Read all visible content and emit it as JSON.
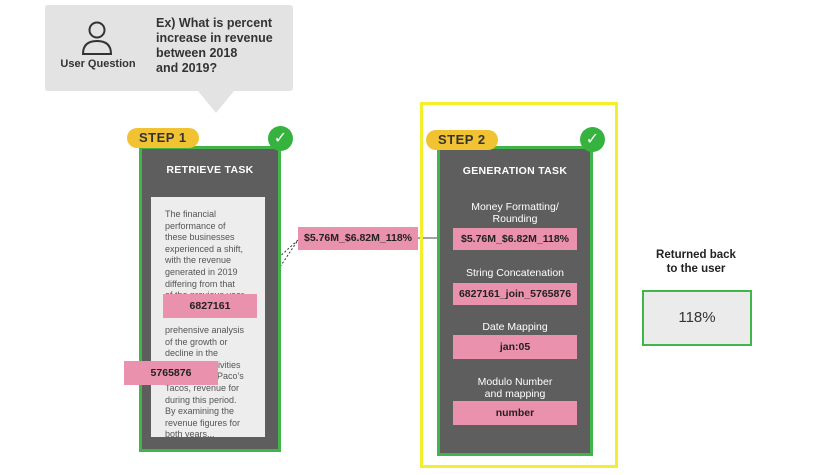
{
  "question": {
    "caption": "User Question",
    "lines": [
      "Ex) What is percent",
      "increase in revenue",
      "between 2018",
      "and 2019?"
    ]
  },
  "step1": {
    "badge": "STEP 1",
    "title": "RETRIEVE TASK",
    "doc_lines": [
      "The financial",
      "performance of",
      "these businesses",
      "experienced a shift,",
      "with the revenue",
      "generated in 2019",
      "differing from that",
      "of the previous year.",
      "",
      "",
      "prehensive analysis",
      "of the growth or",
      "decline in the",
      "economic activities",
      "Bar & Grill & Paco's",
      "Tacos, revenue for",
      "during this period.",
      "By examining the",
      "revenue figures for",
      "both years..."
    ],
    "tag_2019": "6827161",
    "tag_2018": "5765876"
  },
  "bridge_tag": "$5.76M_$6.82M_118%",
  "step2": {
    "badge": "STEP 2",
    "title": "GENERATION TASK",
    "tasks": [
      {
        "label_lines": [
          "Money Formatting/",
          "Rounding"
        ],
        "value": "$5.76M_$6.82M_118%"
      },
      {
        "label_lines": [
          "String Concatenation"
        ],
        "value": "6827161_join_5765876"
      },
      {
        "label_lines": [
          "Date Mapping"
        ],
        "value": "jan:05"
      },
      {
        "label_lines": [
          "Modulo Number",
          "and mapping"
        ],
        "value": "number"
      }
    ]
  },
  "result": {
    "caption_lines": [
      "Returned back",
      "to the user"
    ],
    "value": "118%"
  },
  "icons": {
    "user": "user-icon",
    "check": "checkmark-icon",
    "check_glyph": "✓"
  },
  "colors": {
    "badge": "#f1c232",
    "panel": "#5e5e5e",
    "panel_border": "#3fb54a",
    "tag": "#e991ad",
    "highlight_frame": "#f3f02b"
  }
}
